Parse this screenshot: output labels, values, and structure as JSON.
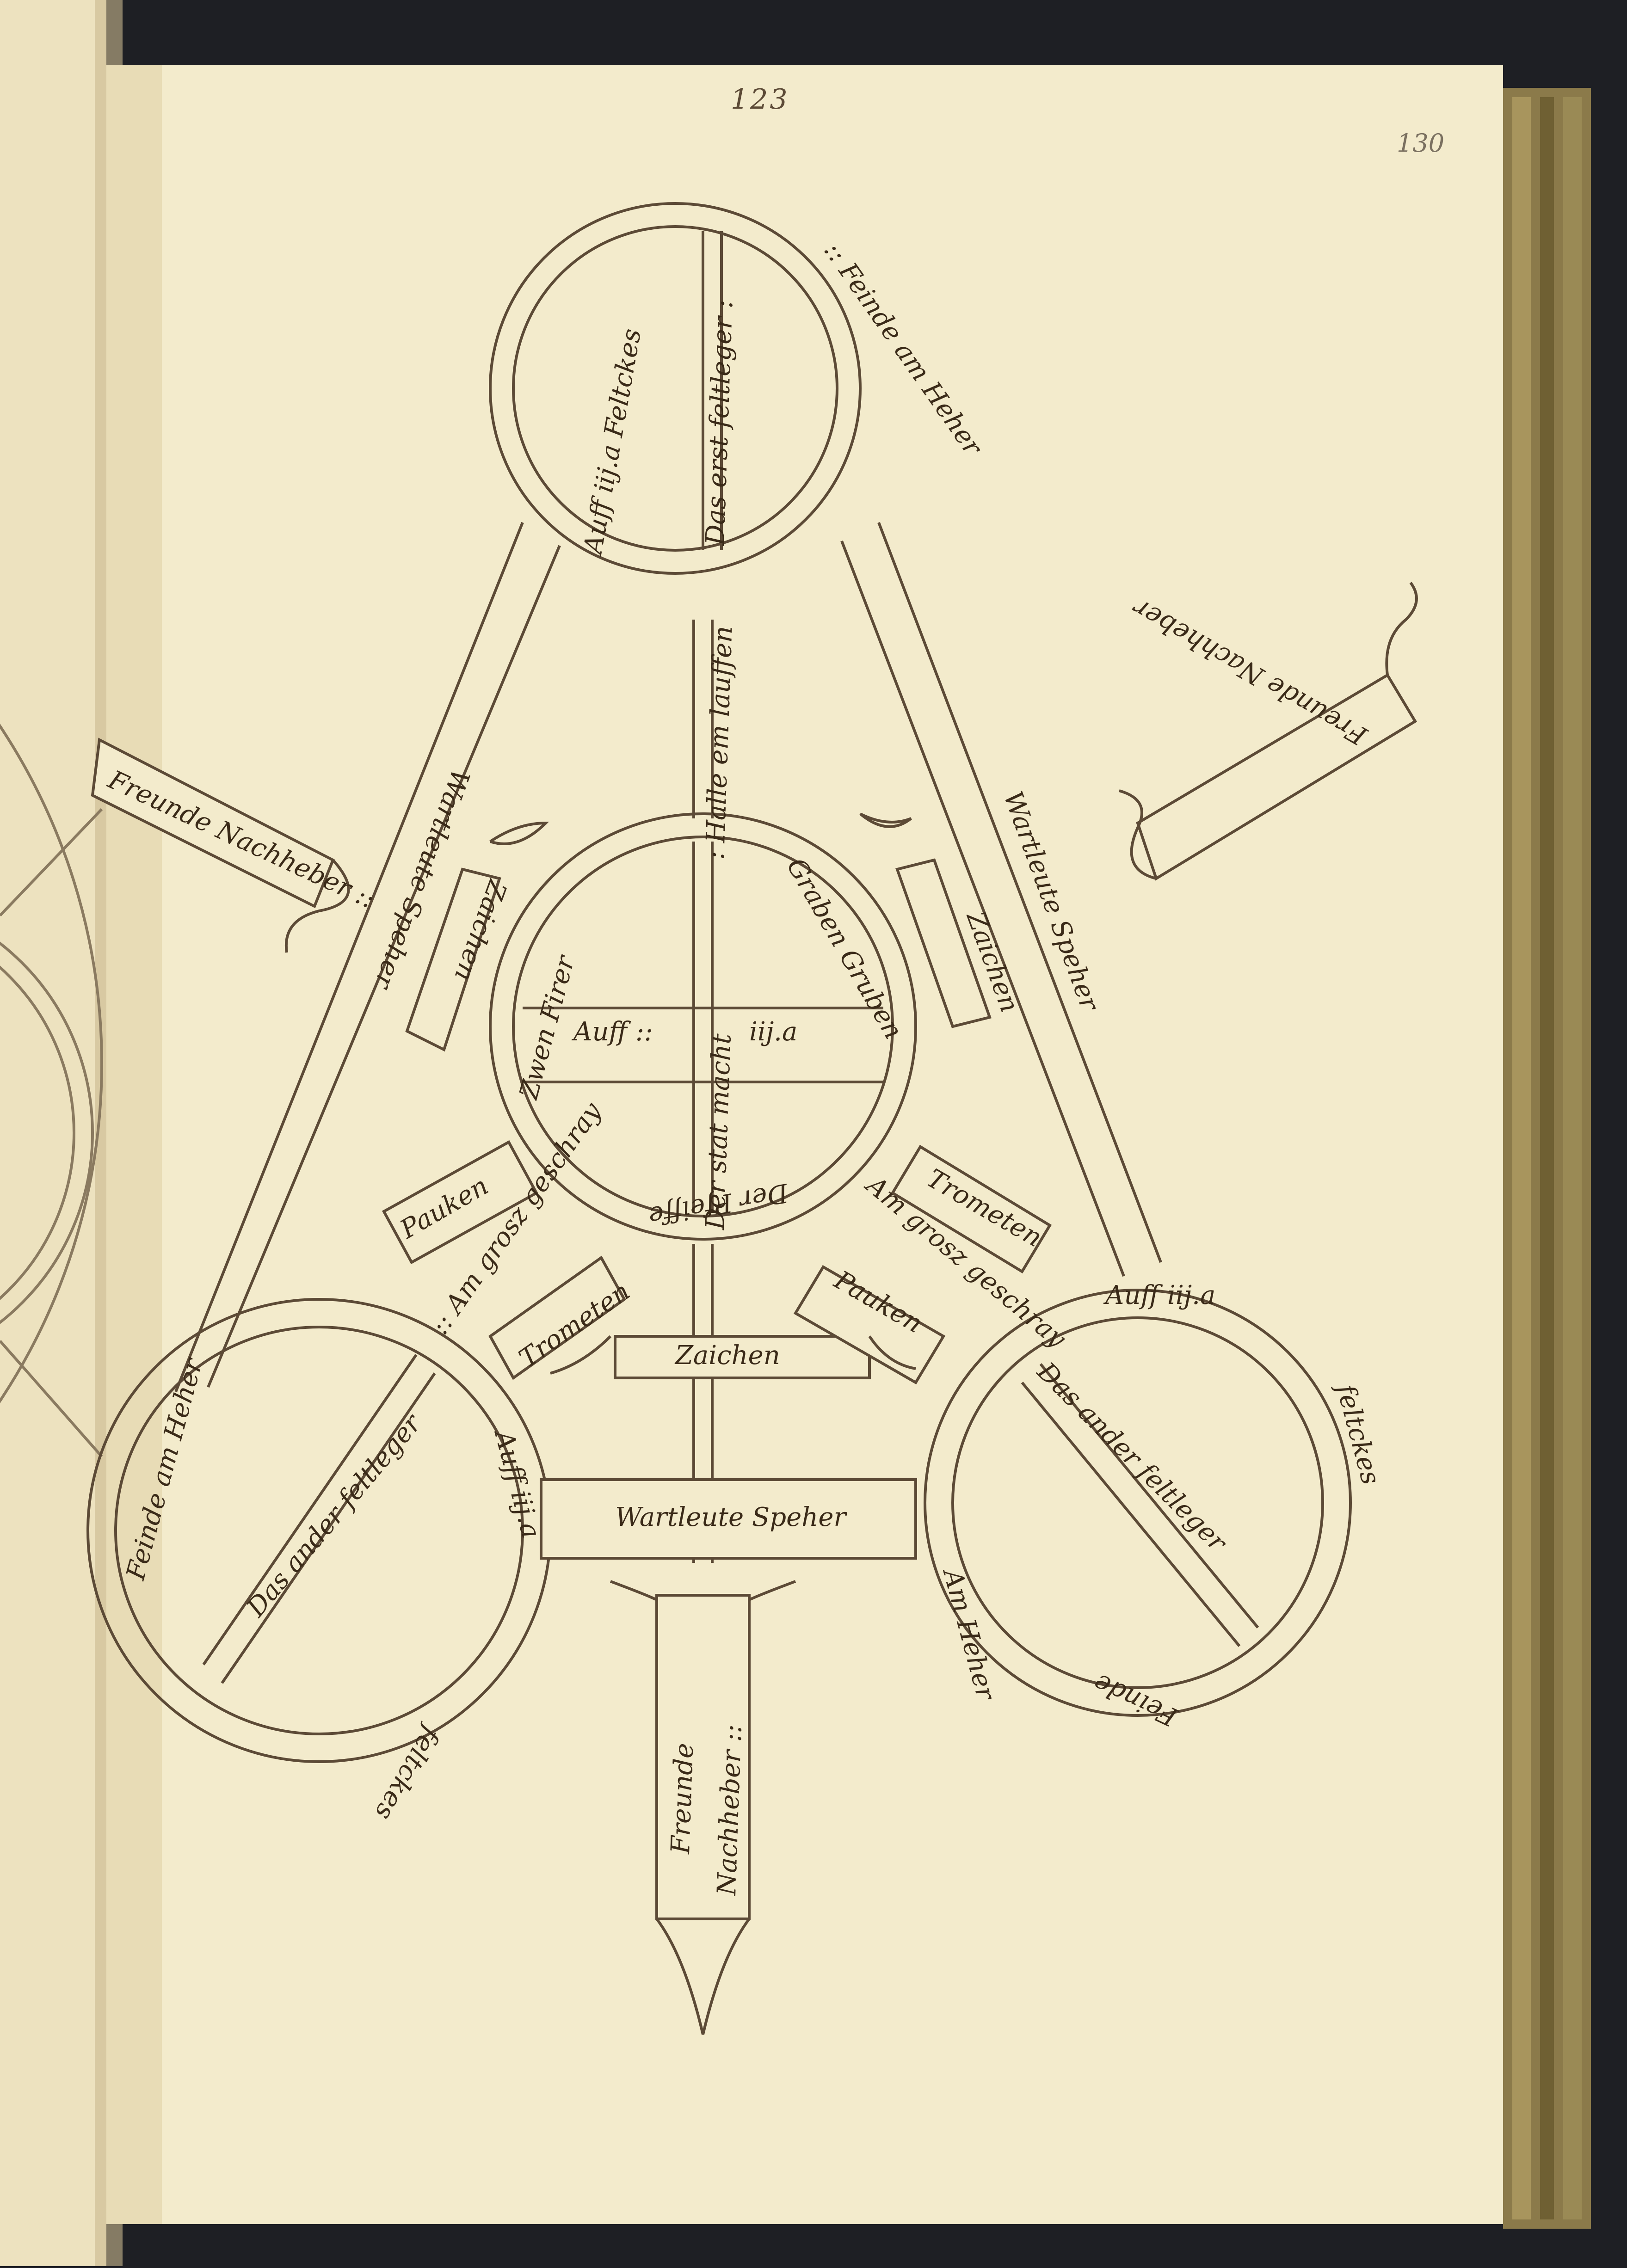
{
  "folio": {
    "ms_number": "123",
    "page_number": "130"
  },
  "circles": {
    "top": {
      "rim_right": ":: Feinde am Heher",
      "rim_left": "Auff iij.a Feltckes",
      "bar": "Das erst feltleger :"
    },
    "center": {
      "rim_right": "Graben Gruben",
      "rim_left": "Zwen Firer",
      "rim_bottom": "Der Pfeiffe",
      "bar_top": ": Halle em lauffen",
      "bar_center": "Der stat macht",
      "left_word": "Auff ::",
      "right_word": "iij.a"
    },
    "left": {
      "rim_top": "Feinde am Heher",
      "bar": "Das ander feltleger",
      "rim_right": "Auff iij.a",
      "rim_bottom": "feltckes"
    },
    "right": {
      "rim_top": "Auff iij.a",
      "rim_right": "feltckes",
      "bar": "Das ander feltleger",
      "rim_left": "Am Heher",
      "rim_bottom": "Feinde"
    }
  },
  "banners": {
    "upper_left": "Freunde Nachheber ::",
    "upper_right": "Freunde Nachheber",
    "bottom_stem_1": "Freunde",
    "bottom_stem_2": "Nachheber ::",
    "left_arm_a": "Wartleute Speher",
    "left_arm_b": "Zaichen",
    "right_arm_a": "Wartleute Speher",
    "right_arm_b": "Zaichen",
    "lower_left_box": "Pauken",
    "lower_left_arm": ":: Am grosz geschray",
    "lower_left_small": "Trometen",
    "lower_right_box": "Trometen",
    "lower_right_arm": "Am grosz geschray",
    "lower_right_small": "Pauken",
    "middle": "Zaichen",
    "bottom_bar": "Wartleute Speher"
  },
  "colors": {
    "parchment": "#f3ebcc",
    "ink": "#4a3420",
    "rubric": "#c0392b",
    "leather": "#8b7a4a"
  }
}
